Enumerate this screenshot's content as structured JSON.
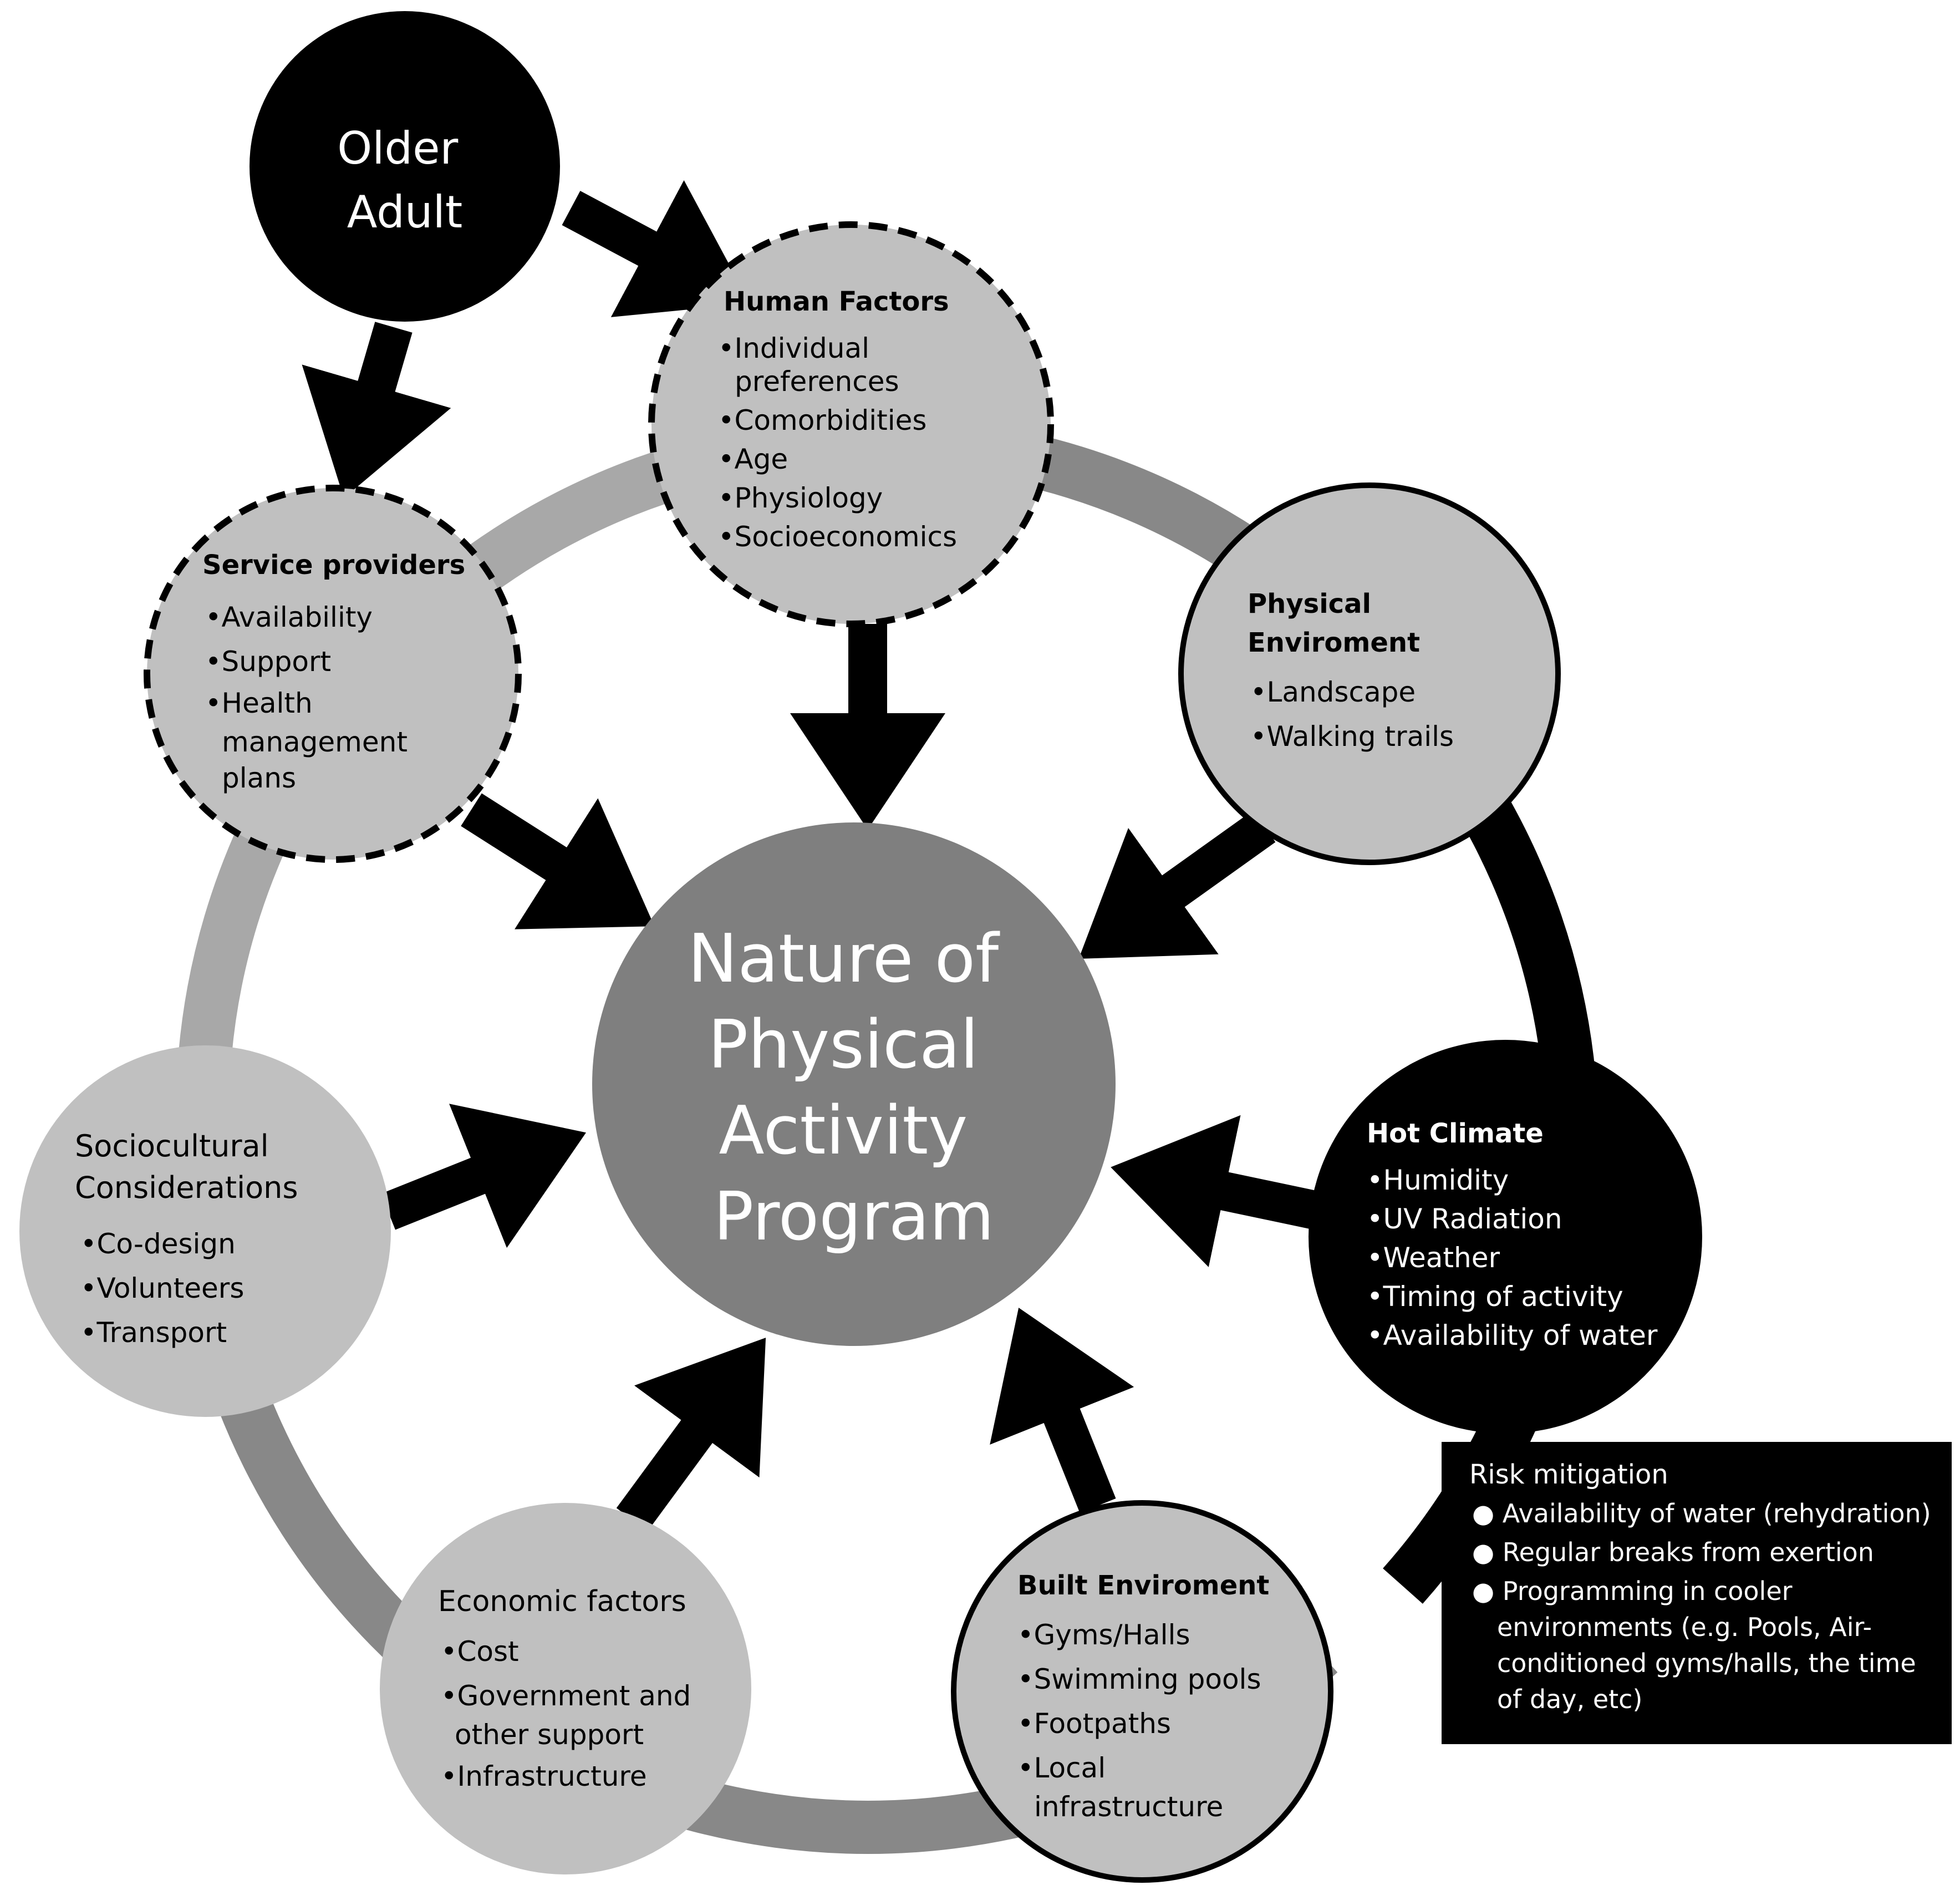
{
  "colors": {
    "background": "#ffffff",
    "light_node": "#c0c0c0",
    "center_node": "#7f7f7f",
    "dark_node": "#000000",
    "ring_light": "#a8a8a8",
    "ring_mid": "#888888",
    "ring_dark": "#000000",
    "text_dark": "#000000",
    "text_light": "#ffffff"
  },
  "nodes": {
    "older_adult": {
      "lines": [
        "Older",
        "Adult"
      ]
    },
    "center": {
      "lines": [
        "Nature of",
        "Physical",
        "Activity",
        "Program"
      ]
    },
    "human_factors": {
      "title": "Human Factors",
      "items": [
        "•Individual",
        "preferences",
        "•Comorbidities",
        "•Age",
        "•Physiology",
        "•Socioeconomics"
      ]
    },
    "service_providers": {
      "title": "Service providers",
      "items": [
        "•Availability",
        "•Support",
        "•Health",
        "management",
        "plans"
      ]
    },
    "physical_environment": {
      "title_lines": [
        "Physical",
        "Enviroment"
      ],
      "items": [
        "•Landscape",
        "•Walking trails"
      ]
    },
    "hot_climate": {
      "title": "Hot Climate",
      "items": [
        "•Humidity",
        "•UV Radiation",
        "•Weather",
        "•Timing of activity",
        "•Availability of water"
      ]
    },
    "sociocultural": {
      "title_lines": [
        "Sociocultural",
        "Considerations"
      ],
      "items": [
        "•Co-design",
        "•Volunteers",
        "•Transport"
      ]
    },
    "economic": {
      "title": "Economic factors",
      "items": [
        "•Cost",
        "•Government and",
        "other support",
        "•Infrastructure"
      ]
    },
    "built_environment": {
      "title": "Built Enviroment",
      "items": [
        "•Gyms/Halls",
        "•Swimming pools",
        "•Footpaths",
        "•Local",
        "infrastructure"
      ]
    }
  },
  "risk_box": {
    "title": "Risk mitigation",
    "lines": [
      "● Availability of water (rehydration)",
      "● Regular breaks from exertion",
      "● Programming in cooler",
      "environments (e.g. Pools, Air-",
      "conditioned gyms/halls, the time",
      "of day, etc)"
    ]
  }
}
